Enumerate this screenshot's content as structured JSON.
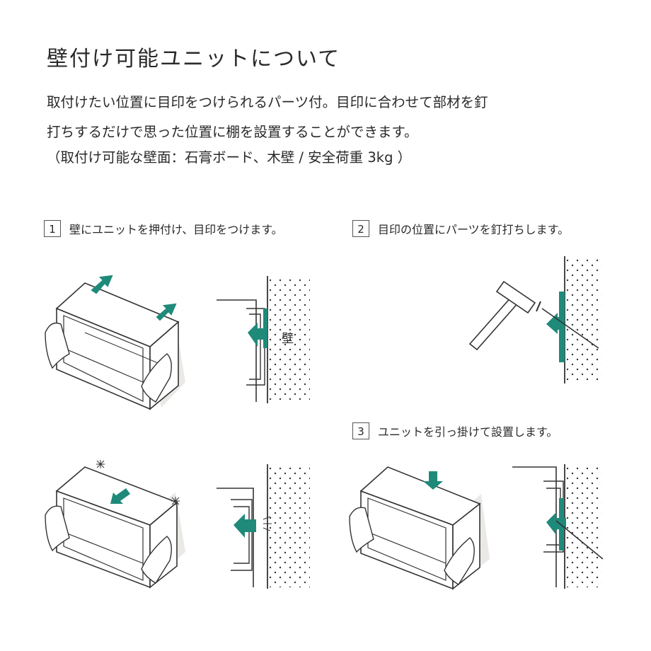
{
  "title": "壁付け可能ユニットについて",
  "description": {
    "line1": "取付けたい位置に目印をつけられるパーツ付。目印に合わせて部材を釘",
    "line2": "打ちするだけで思った位置に棚を設置することができます。",
    "line3": "（取付け可能な壁面：石膏ボード、木壁 / 安全荷重 3kg ）"
  },
  "steps": [
    {
      "num": "1",
      "text": "壁にユニットを押付け、目印をつけます。"
    },
    {
      "num": "2",
      "text": "目印の位置にパーツを釘打ちします。"
    },
    {
      "num": "3",
      "text": "ユニットを引っ掛けて設置します。"
    }
  ],
  "wall_label": "壁",
  "colors": {
    "accent": "#1f8a7a",
    "line": "#333333",
    "shadow": "#ebe9e6"
  }
}
